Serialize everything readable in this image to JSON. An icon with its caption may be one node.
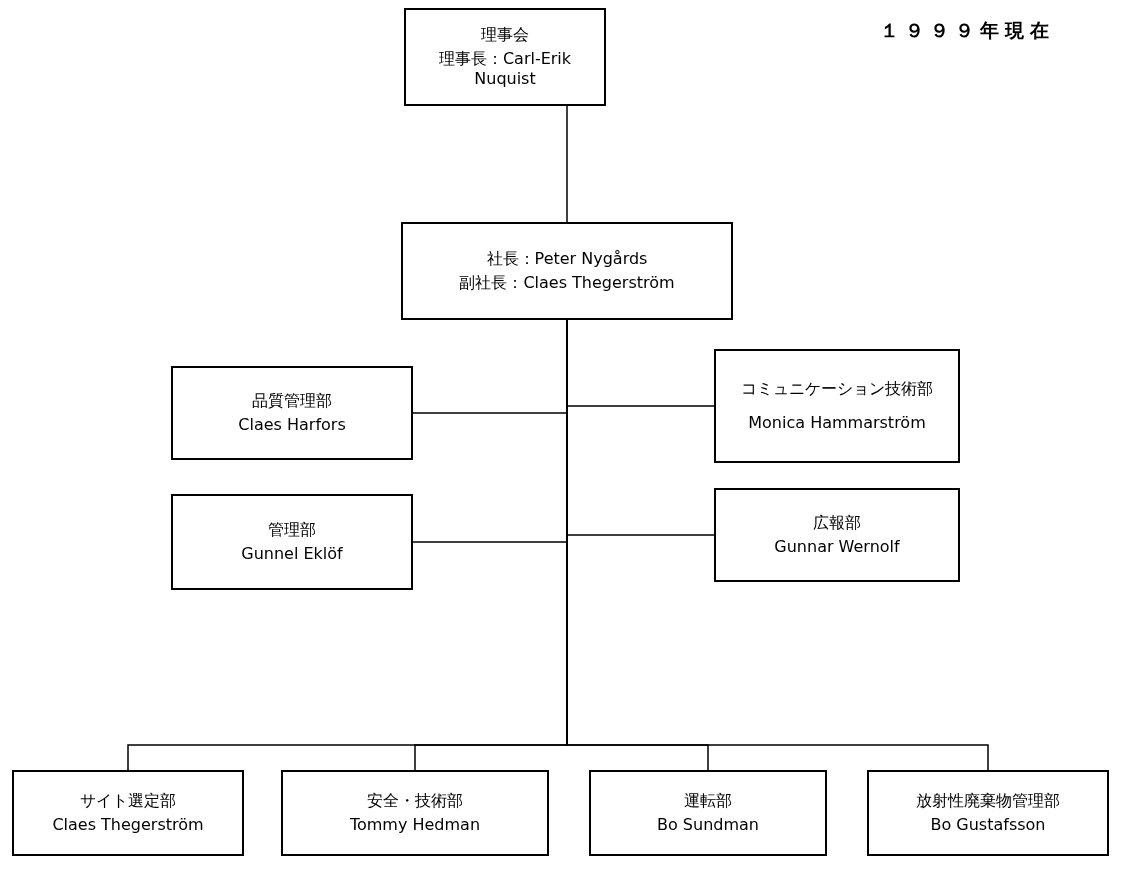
{
  "diagram": {
    "nodes": [
      {
        "text": [
          "理事会",
          "理事長：Carl-Erik Nuquist"
        ]
      },
      {
        "text": [
          "社長：Peter Nygårds",
          "副社長：Claes Thegerström"
        ]
      },
      {
        "text": [
          "品質管理部",
          "Claes Harfors"
        ]
      },
      {
        "text": [
          "コミュニケーション技術部",
          "Monica Hammarström"
        ]
      },
      {
        "text": [
          "管理部",
          "Gunnel Eklöf"
        ]
      },
      {
        "text": [
          "広報部",
          "Gunnar Wernolf"
        ]
      },
      {
        "text": [
          "サイト選定部",
          "Claes Thegerström"
        ]
      },
      {
        "text": [
          "安全・技術部",
          "Tommy Hedman"
        ]
      },
      {
        "text": [
          "運転部",
          "Bo Sundman"
        ]
      },
      {
        "text": [
          "放射性廃棄物管理部",
          "Bo Gustafsson"
        ]
      }
    ],
    "edges": [
      {
        "from": 0,
        "to": 1,
        "arrow": "none"
      },
      {
        "from": 1,
        "to": 2,
        "arrow": "none"
      },
      {
        "from": 1,
        "to": 3,
        "arrow": "none"
      },
      {
        "from": 1,
        "to": 4,
        "arrow": "none"
      },
      {
        "from": 1,
        "to": 5,
        "arrow": "none"
      },
      {
        "from": 1,
        "to": 6,
        "arrow": "none"
      },
      {
        "from": 1,
        "to": 7,
        "arrow": "none"
      },
      {
        "from": 1,
        "to": 8,
        "arrow": "none"
      },
      {
        "from": 1,
        "to": 9,
        "arrow": "none"
      }
    ],
    "labels": [
      "１９９９年現在"
    ]
  }
}
